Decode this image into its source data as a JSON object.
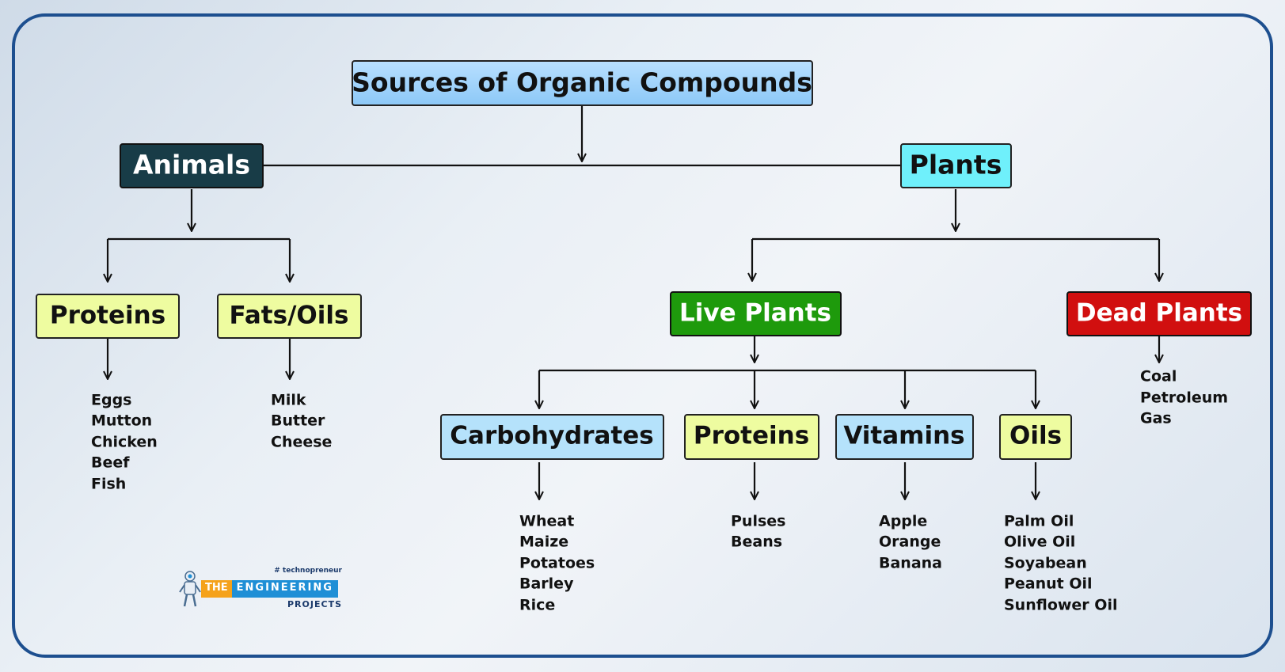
{
  "title": "Sources of Organic Compounds",
  "animals": {
    "label": "Animals",
    "proteins": {
      "label": "Proteins",
      "items": [
        "Eggs",
        "Mutton",
        "Chicken",
        "Beef",
        "Fish"
      ]
    },
    "fats": {
      "label": "Fats/Oils",
      "items": [
        "Milk",
        "Butter",
        "Cheese"
      ]
    }
  },
  "plants": {
    "label": "Plants",
    "live": {
      "label": "Live Plants",
      "carbohydrates": {
        "label": "Carbohydrates",
        "items": [
          "Wheat",
          "Maize",
          "Potatoes",
          "Barley",
          "Rice"
        ]
      },
      "proteins": {
        "label": "Proteins",
        "items": [
          "Pulses",
          "Beans"
        ]
      },
      "vitamins": {
        "label": "Vitamins",
        "items": [
          "Apple",
          "Orange",
          "Banana"
        ]
      },
      "oils": {
        "label": "Oils",
        "items": [
          "Palm Oil",
          "Olive Oil",
          "Soyabean",
          "Peanut Oil",
          "Sunflower Oil"
        ]
      }
    },
    "dead": {
      "label": "Dead Plants",
      "items": [
        "Coal",
        "Petroleum",
        "Gas"
      ]
    }
  },
  "logo": {
    "tag": "# technopreneur",
    "the": "THE",
    "engineering": "ENGINEERING",
    "projects": "PROJECTS"
  },
  "colors": {
    "frame": "#1d4f8f",
    "title_fill": "#9fd2fb",
    "animals_fill": "#183c47",
    "plants_fill": "#6ff0fb",
    "yellow_fill": "#eefca0",
    "live_fill": "#1e9a0c",
    "dead_fill": "#d10f0f",
    "blue_fill": "#b5e2fb"
  }
}
